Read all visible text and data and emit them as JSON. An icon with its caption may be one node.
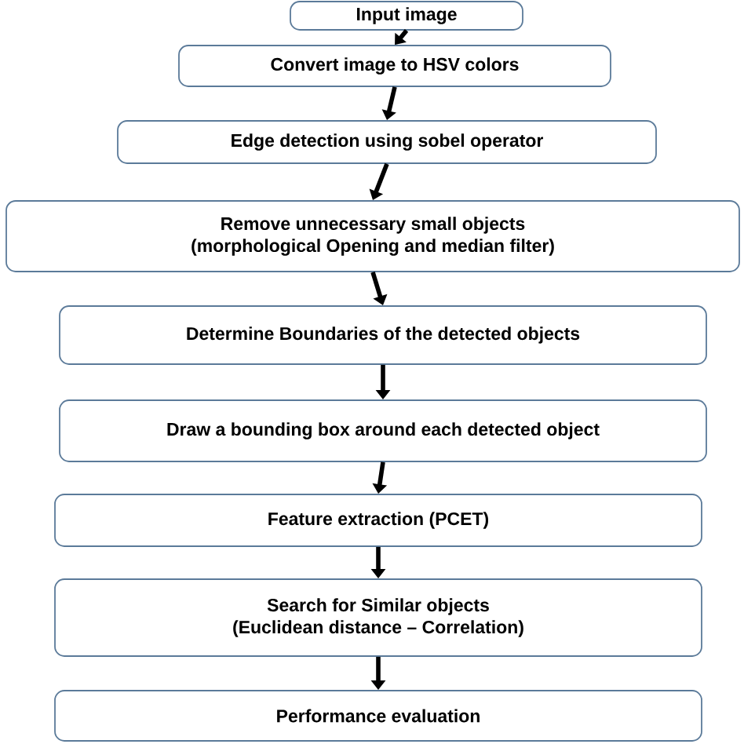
{
  "diagram": {
    "nodes": [
      {
        "text": [
          "Input image"
        ]
      },
      {
        "text": [
          "Convert image to HSV colors"
        ]
      },
      {
        "text": [
          "Edge detection using sobel operator"
        ]
      },
      {
        "text": [
          "Remove unnecessary small objects",
          "(morphological Opening and median filter)"
        ]
      },
      {
        "text": [
          "Determine Boundaries of the detected objects"
        ]
      },
      {
        "text": [
          "Draw a bounding box around each detected object"
        ]
      },
      {
        "text": [
          "Feature extraction (PCET)"
        ]
      },
      {
        "text": [
          "Search for Similar objects",
          "(Euclidean distance – Correlation)"
        ]
      },
      {
        "text": [
          "Performance evaluation"
        ]
      }
    ],
    "edges": [
      {
        "from": 0,
        "to": 1,
        "arrow": "to"
      },
      {
        "from": 1,
        "to": 2,
        "arrow": "to"
      },
      {
        "from": 2,
        "to": 3,
        "arrow": "to"
      },
      {
        "from": 3,
        "to": 4,
        "arrow": "to"
      },
      {
        "from": 4,
        "to": 5,
        "arrow": "to"
      },
      {
        "from": 5,
        "to": 6,
        "arrow": "to"
      },
      {
        "from": 6,
        "to": 7,
        "arrow": "to"
      },
      {
        "from": 7,
        "to": 8,
        "arrow": "to"
      }
    ]
  }
}
